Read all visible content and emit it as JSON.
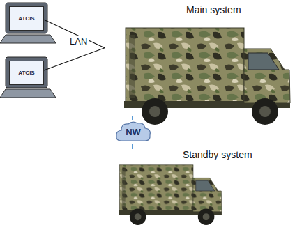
{
  "diagram": {
    "nodes": [
      {
        "text": [
          "ATCIS"
        ]
      },
      {
        "text": [
          "ATCIS"
        ]
      },
      {
        "text": [
          "Main system"
        ]
      },
      {
        "text": [
          "NW"
        ]
      },
      {
        "text": [
          "Standby system"
        ]
      }
    ],
    "edges": [
      {
        "from": 0,
        "to": 2,
        "arrow": "none"
      },
      {
        "from": 1,
        "to": 2,
        "arrow": "none"
      },
      {
        "from": 2,
        "to": 3,
        "arrow": "none"
      },
      {
        "from": 3,
        "to": 4,
        "arrow": "none"
      }
    ],
    "labels": [
      "LAN"
    ]
  }
}
